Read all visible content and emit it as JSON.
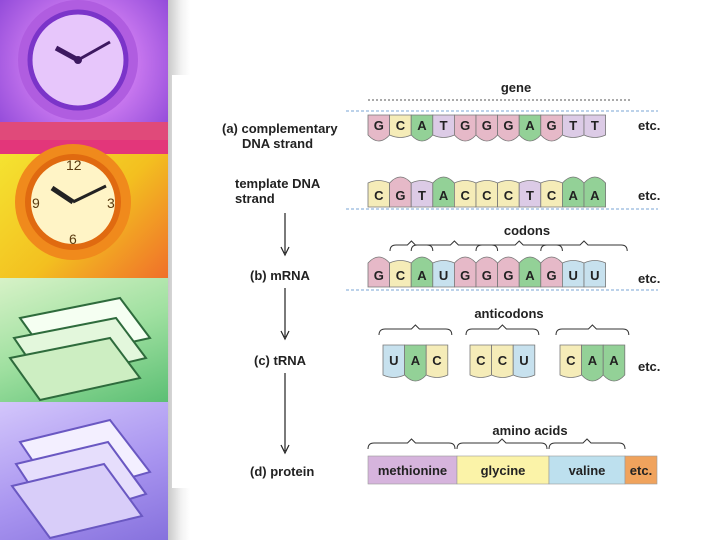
{
  "figure": {
    "gene_label": "gene",
    "labels": {
      "complementary": [
        "(a) complementary",
        "DNA strand"
      ],
      "template": [
        "template DNA",
        "strand"
      ],
      "mrna": "(b) mRNA",
      "trna": "(c) tRNA",
      "protein": "(d) protein"
    },
    "complementary_strand": [
      "G",
      "C",
      "A",
      "T",
      "G",
      "G",
      "G",
      "A",
      "G",
      "T",
      "T"
    ],
    "template_strand": [
      "C",
      "G",
      "T",
      "A",
      "C",
      "C",
      "C",
      "T",
      "C",
      "A",
      "A"
    ],
    "mrna_strand": [
      "G",
      "C",
      "A",
      "U",
      "G",
      "G",
      "G",
      "A",
      "G",
      "U",
      "U"
    ],
    "codons_label": "codons",
    "anticodons_label": "anticodons",
    "anticodons": [
      [
        "U",
        "A",
        "C"
      ],
      [
        "C",
        "C",
        "U"
      ],
      [
        "C",
        "A",
        "A"
      ]
    ],
    "amino_acids_label": "amino acids",
    "amino_acids": [
      "methionine",
      "glycine",
      "valine",
      "etc."
    ],
    "etc": "etc.",
    "base_colors": {
      "G": "#e6b9c8",
      "C": "#f5ecb8",
      "A": "#93d197",
      "T": "#dccbe6",
      "U": "#c7e1ee"
    },
    "amino_colors": [
      "#d6b4dd",
      "#fbf3a8",
      "#bde0ee",
      "#f0a35d"
    ]
  }
}
